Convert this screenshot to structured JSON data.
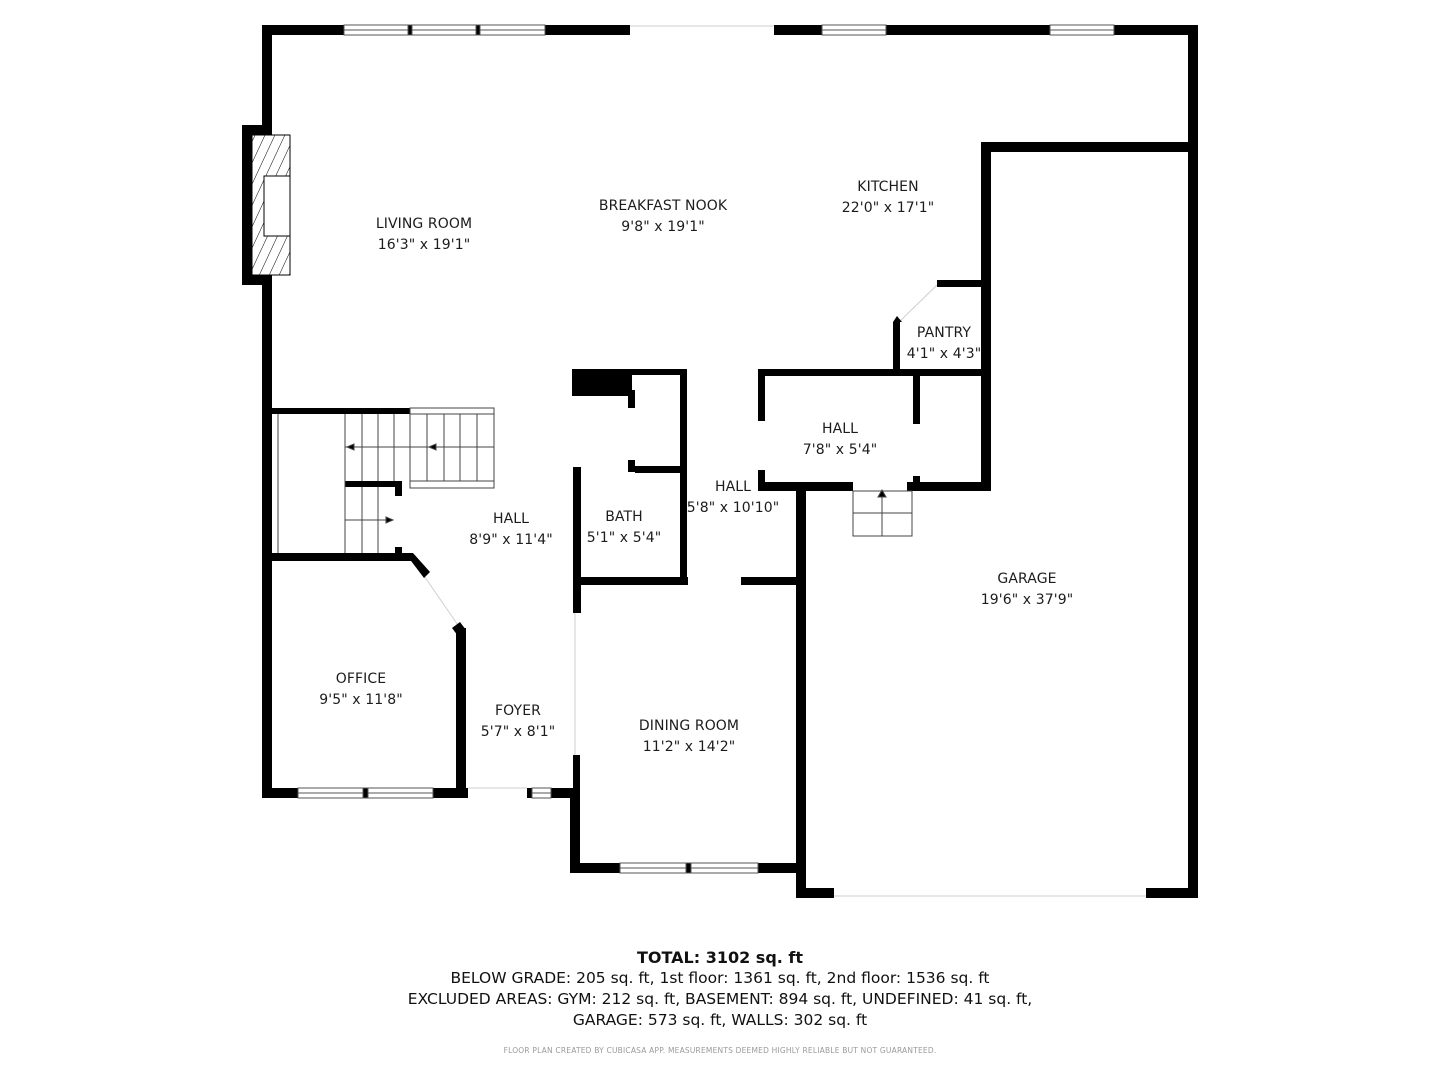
{
  "rooms": {
    "living_room": {
      "name": "LIVING ROOM",
      "dims": "16'3\" x 19'1\""
    },
    "breakfast_nook": {
      "name": "BREAKFAST NOOK",
      "dims": "9'8\" x 19'1\""
    },
    "kitchen": {
      "name": "KITCHEN",
      "dims": "22'0\" x 17'1\""
    },
    "pantry": {
      "name": "PANTRY",
      "dims": "4'1\" x 4'3\""
    },
    "hall_upper": {
      "name": "HALL",
      "dims": "7'8\" x 5'4\""
    },
    "hall_center": {
      "name": "HALL",
      "dims": "5'8\" x 10'10\""
    },
    "hall_left": {
      "name": "HALL",
      "dims": "8'9\" x 11'4\""
    },
    "bath": {
      "name": "BATH",
      "dims": "5'1\" x 5'4\""
    },
    "garage": {
      "name": "GARAGE",
      "dims": "19'6\" x 37'9\""
    },
    "office": {
      "name": "OFFICE",
      "dims": "9'5\" x 11'8\""
    },
    "foyer": {
      "name": "FOYER",
      "dims": "5'7\" x 8'1\""
    },
    "dining_room": {
      "name": "DINING ROOM",
      "dims": "11'2\" x 14'2\""
    }
  },
  "summary": {
    "total": "TOTAL: 3102 sq. ft",
    "line1": "BELOW GRADE: 205 sq. ft, 1st floor: 1361 sq. ft, 2nd floor: 1536 sq. ft",
    "line2": "EXCLUDED AREAS: GYM: 212 sq. ft, BASEMENT: 894 sq. ft, UNDEFINED: 41 sq. ft,",
    "line3": "GARAGE: 573 sq. ft, WALLS: 302 sq. ft"
  },
  "credit": "FLOOR PLAN CREATED BY CUBICASA APP. MEASUREMENTS DEEMED HIGHLY RELIABLE BUT NOT GUARANTEED.",
  "colors": {
    "wall": "#000000",
    "opening": "#cccccc",
    "window": "#555555",
    "background": "#ffffff"
  }
}
